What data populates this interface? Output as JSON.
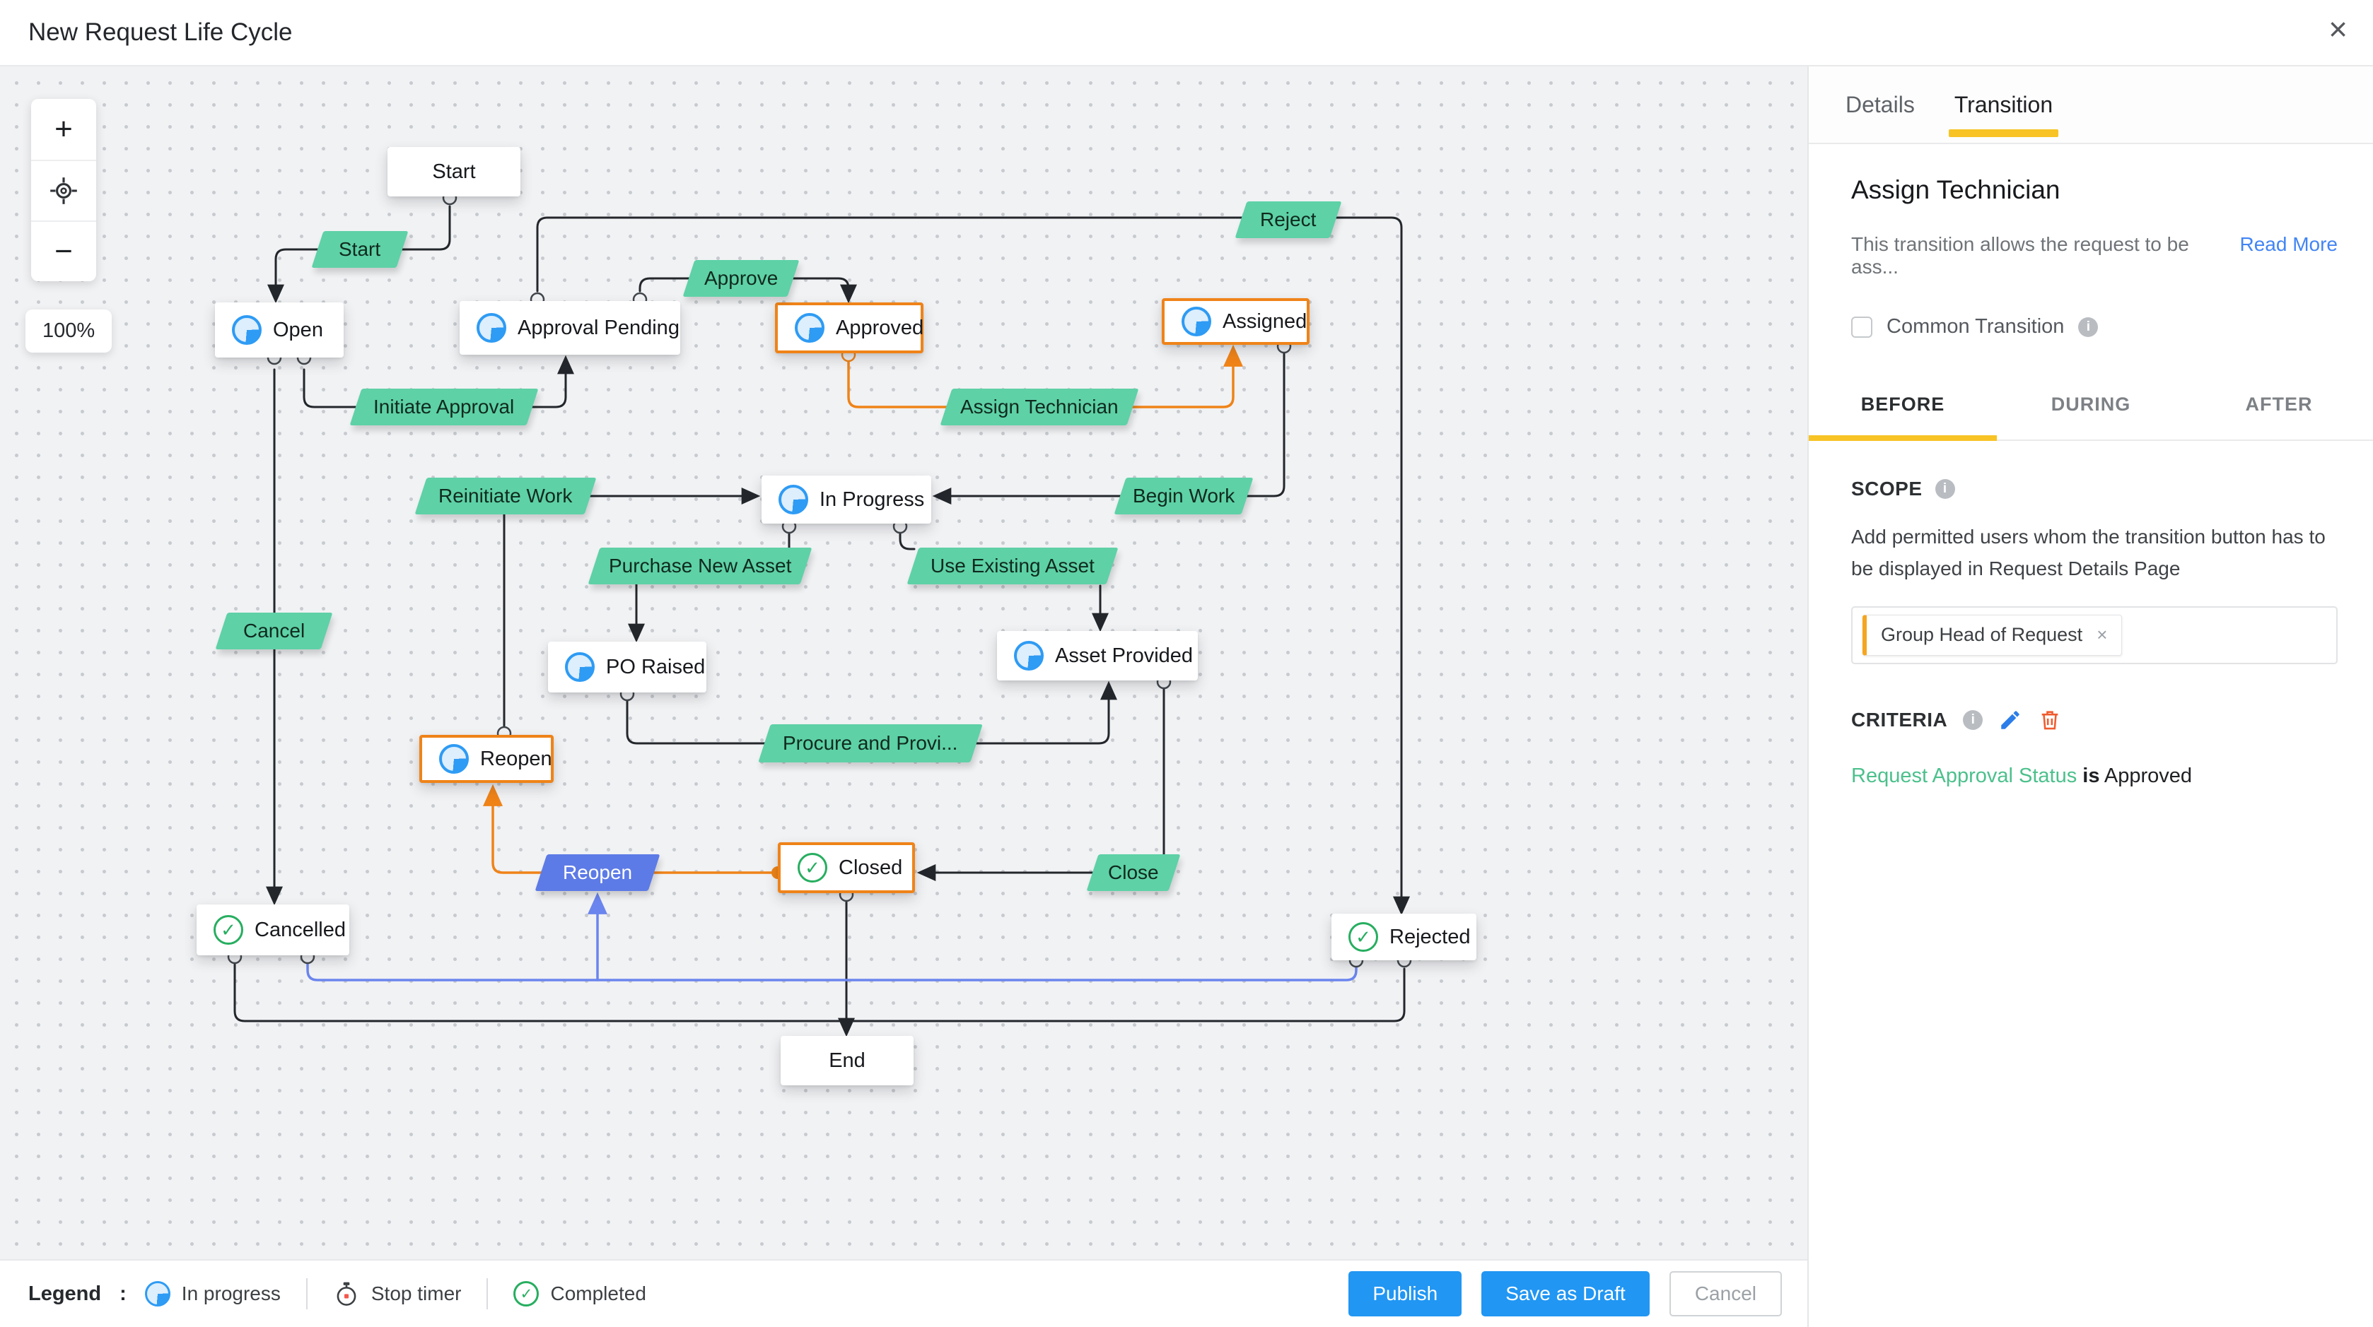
{
  "header": {
    "title": "New Request Life Cycle",
    "close_icon": "×"
  },
  "canvas_controls": {
    "zoom_in": "+",
    "zoom_out": "−",
    "zoom_level": "100%"
  },
  "nodes": {
    "start": {
      "label": "Start",
      "icon": "none"
    },
    "open": {
      "label": "Open",
      "icon": "in-progress"
    },
    "approval_pending": {
      "label": "Approval Pending",
      "icon": "in-progress"
    },
    "approved": {
      "label": "Approved",
      "icon": "in-progress",
      "selected": true
    },
    "assigned": {
      "label": "Assigned",
      "icon": "in-progress",
      "selected": true
    },
    "in_progress": {
      "label": "In Progress",
      "icon": "in-progress"
    },
    "po_raised": {
      "label": "PO Raised",
      "icon": "in-progress"
    },
    "asset_provided": {
      "label": "Asset Provided",
      "icon": "in-progress"
    },
    "reopen": {
      "label": "Reopen",
      "icon": "in-progress",
      "selected": true
    },
    "cancelled": {
      "label": "Cancelled",
      "icon": "completed"
    },
    "closed": {
      "label": "Closed",
      "icon": "completed",
      "selected": true
    },
    "rejected": {
      "label": "Rejected",
      "icon": "completed"
    },
    "end": {
      "label": "End",
      "icon": "none"
    }
  },
  "transitions": {
    "start": {
      "label": "Start",
      "color": "green"
    },
    "initiate_approval": {
      "label": "Initiate Approval",
      "color": "green"
    },
    "approve": {
      "label": "Approve",
      "color": "green"
    },
    "reject": {
      "label": "Reject",
      "color": "green"
    },
    "assign_technician": {
      "label": "Assign Technician",
      "color": "green"
    },
    "reinitiate_work": {
      "label": "Reinitiate Work",
      "color": "green"
    },
    "begin_work": {
      "label": "Begin Work",
      "color": "green"
    },
    "purchase_new_asset": {
      "label": "Purchase New Asset",
      "color": "green"
    },
    "use_existing_asset": {
      "label": "Use Existing Asset",
      "color": "green"
    },
    "procure_and_provision": {
      "label": "Procure and Provi...",
      "color": "green"
    },
    "reopen": {
      "label": "Reopen",
      "color": "blue"
    },
    "close": {
      "label": "Close",
      "color": "green"
    },
    "cancel": {
      "label": "Cancel",
      "color": "green"
    }
  },
  "panel": {
    "tabs": [
      {
        "label": "Details"
      },
      {
        "label": "Transition"
      }
    ],
    "active_tab": "Transition",
    "title": "Assign Technician",
    "description": "This transition allows the request to be ass...",
    "read_more": "Read More",
    "common_transition_label": "Common Transition",
    "phase_tabs": [
      {
        "label": "BEFORE"
      },
      {
        "label": "DURING"
      },
      {
        "label": "AFTER"
      }
    ],
    "active_phase_tab": "BEFORE",
    "scope": {
      "heading": "SCOPE",
      "description": "Add permitted users whom the transition button has to be displayed in Request Details Page",
      "chip": "Group Head of Request",
      "chip_remove": "×"
    },
    "criteria": {
      "heading": "CRITERIA",
      "field": "Request Approval Status",
      "operator": "is",
      "value": "Approved"
    }
  },
  "legend": {
    "title": "Legend",
    "separator": ":",
    "items": [
      {
        "icon": "in-progress-icon",
        "label": "In progress"
      },
      {
        "icon": "stop-timer-icon",
        "label": "Stop timer"
      },
      {
        "icon": "completed-icon",
        "label": "Completed"
      }
    ]
  },
  "actions": [
    {
      "label": "Publish",
      "style": "primary"
    },
    {
      "label": "Save as Draft",
      "style": "primary"
    },
    {
      "label": "Cancel",
      "style": "ghost"
    }
  ],
  "colors": {
    "accent_yellow": "#f7c325",
    "selection_orange": "#ef8318",
    "transition_green": "#5ed1a7",
    "reopen_blue": "#5d7be6",
    "link_blue": "#4285f4",
    "button_blue": "#2196f3",
    "edge_black": "#23272c",
    "edge_blue": "#6b85ee"
  }
}
